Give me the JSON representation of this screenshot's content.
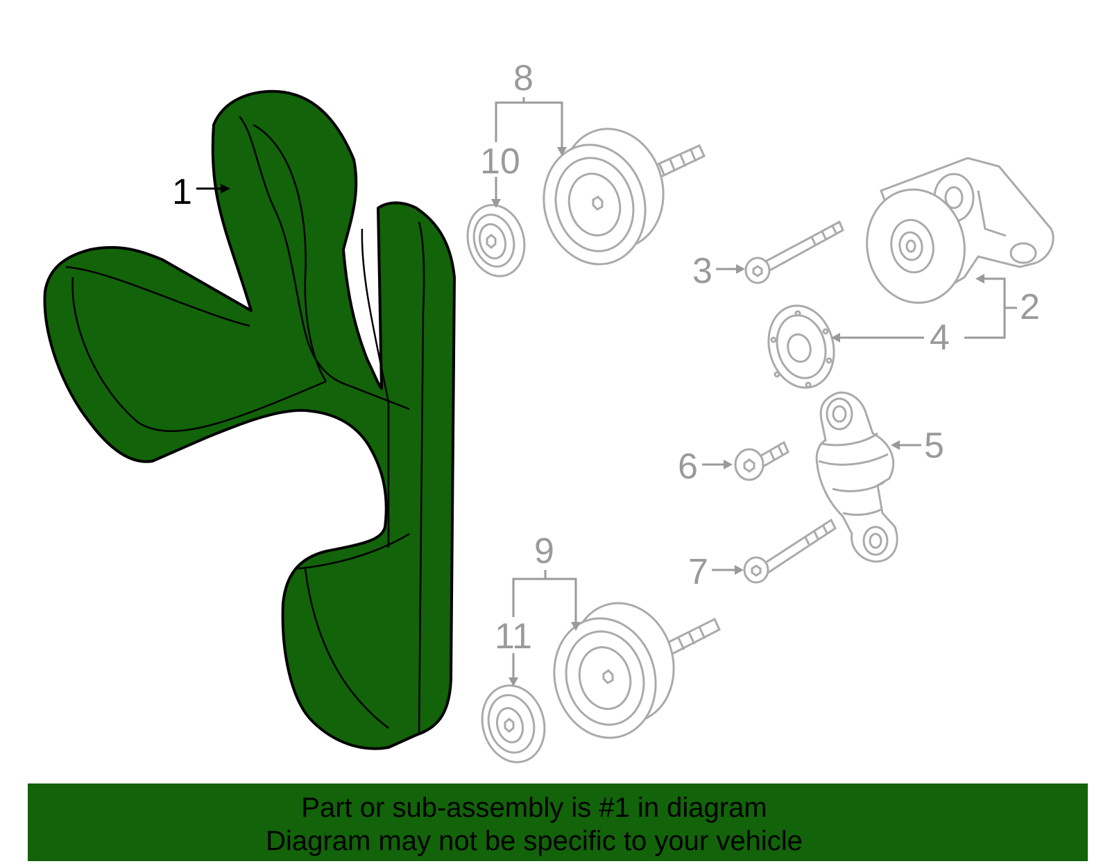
{
  "callouts": {
    "c1": "1",
    "c2": "2",
    "c3": "3",
    "c4": "4",
    "c5": "5",
    "c6": "6",
    "c7": "7",
    "c8": "8",
    "c9": "9",
    "c10": "10",
    "c11": "11"
  },
  "colors": {
    "highlight": "#126309",
    "part_stroke": "#aaaaaa",
    "label_gray": "#9a9a9a"
  },
  "banner": {
    "line1": "Part or sub-assembly is #1 in diagram",
    "line2": "Diagram may not be specific to your vehicle"
  }
}
